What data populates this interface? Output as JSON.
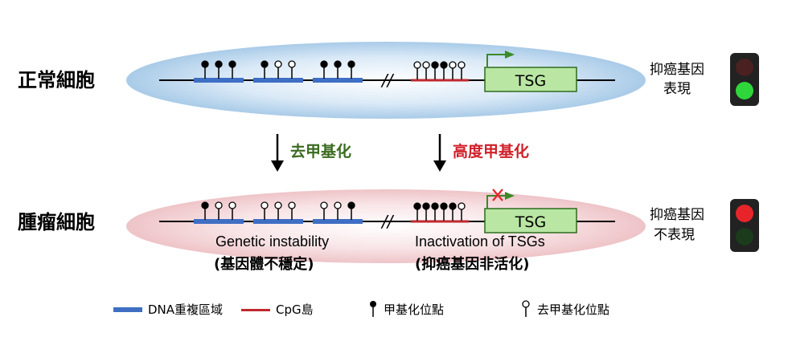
{
  "normal": {
    "label": "正常細胞",
    "gene_label": "TSG",
    "status_line1": "抑癌基因",
    "status_line2": "表現",
    "repeat_sites": [
      [
        "m",
        "m",
        "m"
      ],
      [
        "m",
        "u",
        "u"
      ],
      [
        "m",
        "m",
        "m"
      ]
    ],
    "cpg_sites": [
      "u",
      "u",
      "m",
      "m",
      "u",
      "u"
    ],
    "light": "green"
  },
  "arrows": {
    "left_label": "去甲基化",
    "right_label": "高度甲基化"
  },
  "tumor": {
    "label": "腫瘤細胞",
    "gene_label": "TSG",
    "status_line1": "抑癌基因",
    "status_line2": "不表現",
    "repeat_sites": [
      [
        "m",
        "u",
        "u"
      ],
      [
        "u",
        "u",
        "u"
      ],
      [
        "u",
        "u",
        "m"
      ]
    ],
    "cpg_sites": [
      "m",
      "m",
      "m",
      "m",
      "m",
      "u"
    ],
    "left_caption_en": "Genetic instability",
    "left_caption_zh": "(基因體不穩定)",
    "right_caption_en": "Inactivation of TSGs",
    "right_caption_zh": "(抑癌基因非活化)",
    "light": "red"
  },
  "legend": {
    "dna_repeat": "DNA重複區域",
    "cpg_island": "CpG島",
    "methylated": "甲基化位點",
    "demethylated": "去甲基化位點"
  },
  "colors": {
    "repeat_blue": "#3f6fc4",
    "cpg_red": "#c0282e",
    "tsg_green": "#b9e6a3",
    "arrow_green": "#3a8a2a",
    "normal_ellipse": "#bcd8ef",
    "tumor_ellipse": "#f3d3d6"
  }
}
